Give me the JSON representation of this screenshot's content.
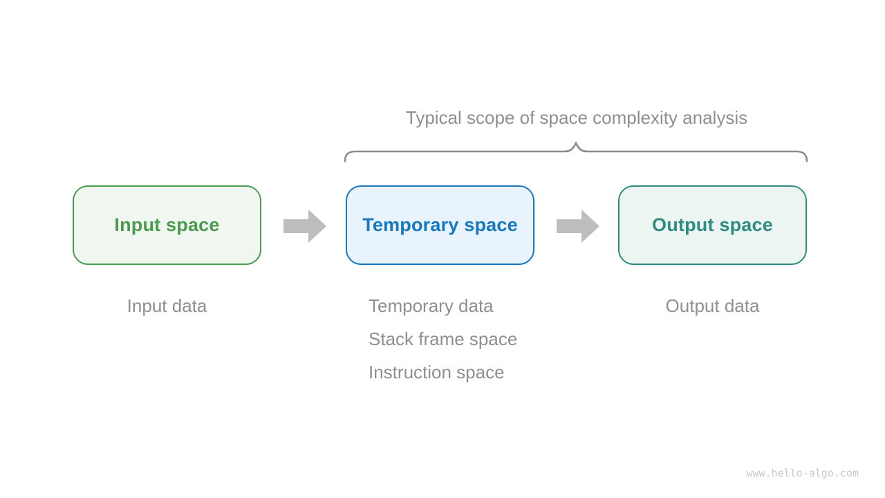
{
  "title": "Typical scope of space complexity analysis",
  "boxes": [
    {
      "label": "Input space"
    },
    {
      "label": "Temporary space"
    },
    {
      "label": "Output space"
    }
  ],
  "annotations": {
    "input": "Input data",
    "temporary": [
      "Temporary data",
      "Stack frame space",
      "Instruction space"
    ],
    "output": "Output data"
  },
  "icons": {
    "arrow_right": "right-block-arrow",
    "brace": "top-curly-brace"
  },
  "colors": {
    "background": "#ffffff",
    "title_text": "#8f8f8f",
    "annotation_text": "#8f8f8f",
    "brace_stroke": "#8a8a8a",
    "arrow_fill": "#bdbdbd",
    "input_border": "#4c9a4f",
    "input_fill": "#f0f7f0",
    "input_text": "#4c9a4f",
    "temporary_border": "#1778c2",
    "temporary_fill": "#e9f3fb",
    "temporary_text": "#1778c2",
    "output_border": "#2e8b80",
    "output_fill": "#ecf5f2",
    "output_text": "#2e8b80",
    "watermark_text": "#c9c9c9"
  },
  "watermark": "www.hello-algo.com"
}
